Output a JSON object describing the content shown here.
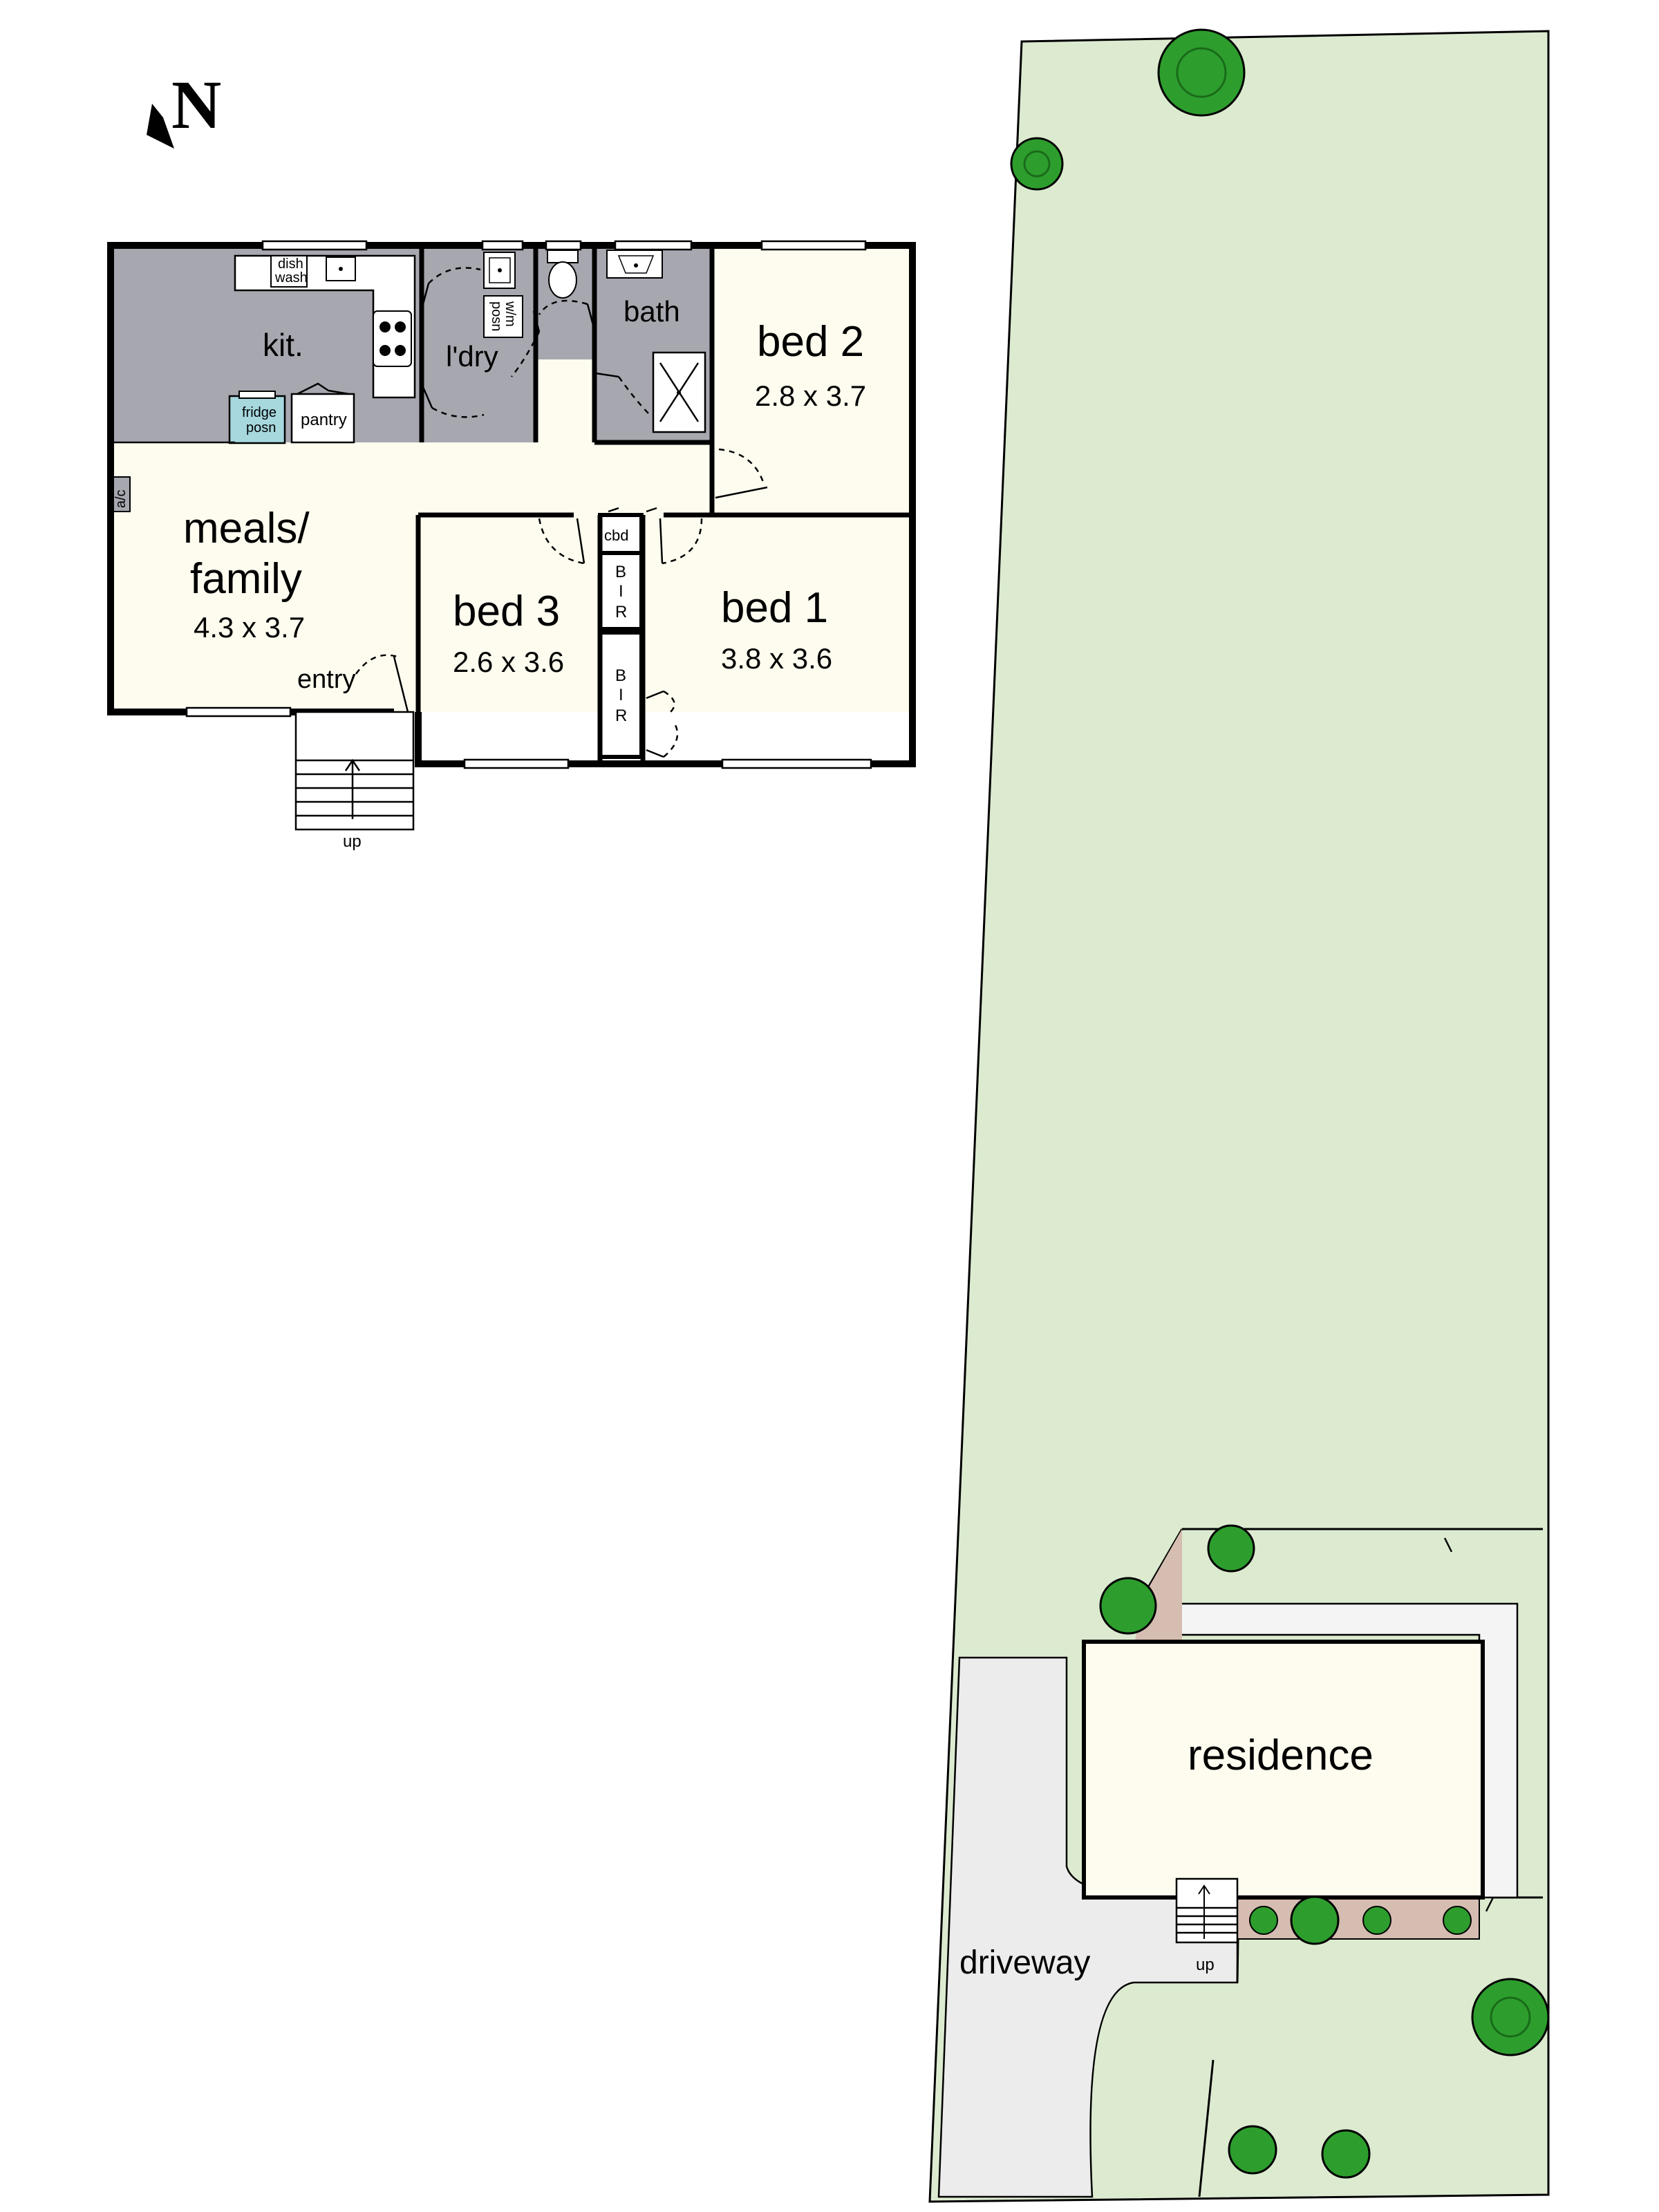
{
  "north": {
    "letter": "N"
  },
  "floor_plan": {
    "rooms": {
      "kitchen": {
        "label": "kit."
      },
      "laundry": {
        "label": "l'dry"
      },
      "bath": {
        "label": "bath"
      },
      "bed2": {
        "label": "bed 2",
        "dims": "2.8 x 3.7"
      },
      "meals": {
        "label_line1": "meals/",
        "label_line2": "family",
        "dims": "4.3 x 3.7"
      },
      "bed3": {
        "label": "bed 3",
        "dims": "2.6 x 3.6"
      },
      "bed1": {
        "label": "bed 1",
        "dims": "3.8 x 3.6"
      }
    },
    "fixtures": {
      "dishwash_line1": "dish",
      "dishwash_line2": "wash",
      "fridge_line1": "fridge",
      "fridge_line2": "posn",
      "pantry": "pantry",
      "wm_line1": "w/m",
      "wm_line2": "posn",
      "ac": "a/c",
      "cbd": "cbd",
      "bir_letters": [
        "B",
        "I",
        "R"
      ]
    },
    "entry": "entry",
    "stairs_up": "up"
  },
  "site_plan": {
    "residence": "residence",
    "driveway": "driveway",
    "stairs_up": "up"
  },
  "colors": {
    "wet_area": "#a7a7b0",
    "living": "#fdfcef",
    "lawn": "#dcebd0",
    "driveway": "#ececec",
    "garden_bed": "#d6bdb1",
    "fridge": "#a6d8de",
    "tree": "#2d9e2d"
  }
}
